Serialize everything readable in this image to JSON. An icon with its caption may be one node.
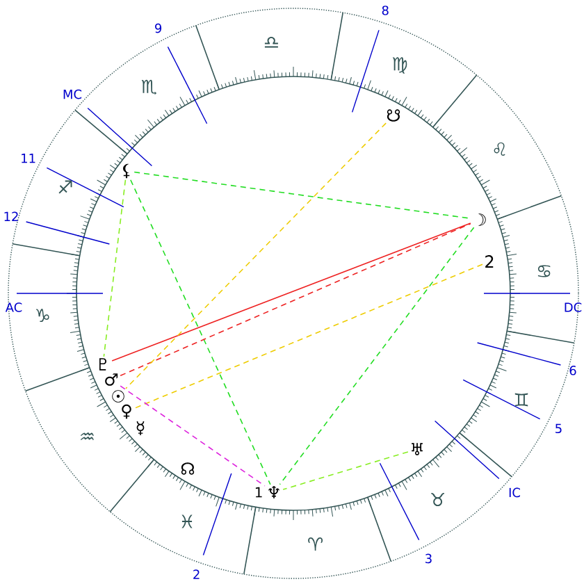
{
  "diagram": {
    "nodes": [
      {
        "text": [
          "⚸"
        ]
      },
      {
        "text": [
          "☋"
        ]
      },
      {
        "text": [
          "☽"
        ]
      },
      {
        "text": [
          "2"
        ]
      },
      {
        "text": [
          "♇"
        ]
      },
      {
        "text": [
          "♂"
        ]
      },
      {
        "text": [
          "☉"
        ]
      },
      {
        "text": [
          "♀"
        ]
      },
      {
        "text": [
          "♆"
        ],
        "beside": [
          "1"
        ]
      },
      {
        "text": [
          "♅"
        ]
      }
    ],
    "edges": [
      {
        "from": 0,
        "to": 2,
        "arrow": "none",
        "style": "dashed",
        "color": "#22dd22"
      },
      {
        "from": 0,
        "to": 4,
        "arrow": "none",
        "style": "dashed",
        "color": "#88ee22"
      },
      {
        "from": 0,
        "to": 8,
        "arrow": "none",
        "style": "dashed",
        "color": "#22dd22"
      },
      {
        "from": 4,
        "to": 2,
        "arrow": "none",
        "color": "#ee2222"
      },
      {
        "from": 5,
        "to": 2,
        "arrow": "none",
        "style": "dashed",
        "color": "#ee2222"
      },
      {
        "from": 1,
        "to": 6,
        "arrow": "none",
        "style": "dashed",
        "color": "#eecc00"
      },
      {
        "from": 3,
        "to": 7,
        "arrow": "none",
        "style": "dashed",
        "color": "#eecc00"
      },
      {
        "from": 5,
        "to": 8,
        "arrow": "none",
        "style": "dashed",
        "color": "#dd22dd"
      },
      {
        "from": 2,
        "to": 8,
        "arrow": "none",
        "style": "dashed",
        "color": "#22dd22"
      },
      {
        "from": 9,
        "to": 8,
        "arrow": "none",
        "style": "dashed",
        "color": "#88ee22"
      }
    ],
    "labels": [
      "♎",
      "♏",
      "♐",
      "♑",
      "♒",
      "♓",
      "♈",
      "♉",
      "♊",
      "♋",
      "♌",
      "♍",
      "8",
      "9",
      "MC",
      "11",
      "12",
      "AC",
      "2",
      "3",
      "IC",
      "5",
      "6",
      "DC",
      "☿",
      "☊"
    ]
  }
}
